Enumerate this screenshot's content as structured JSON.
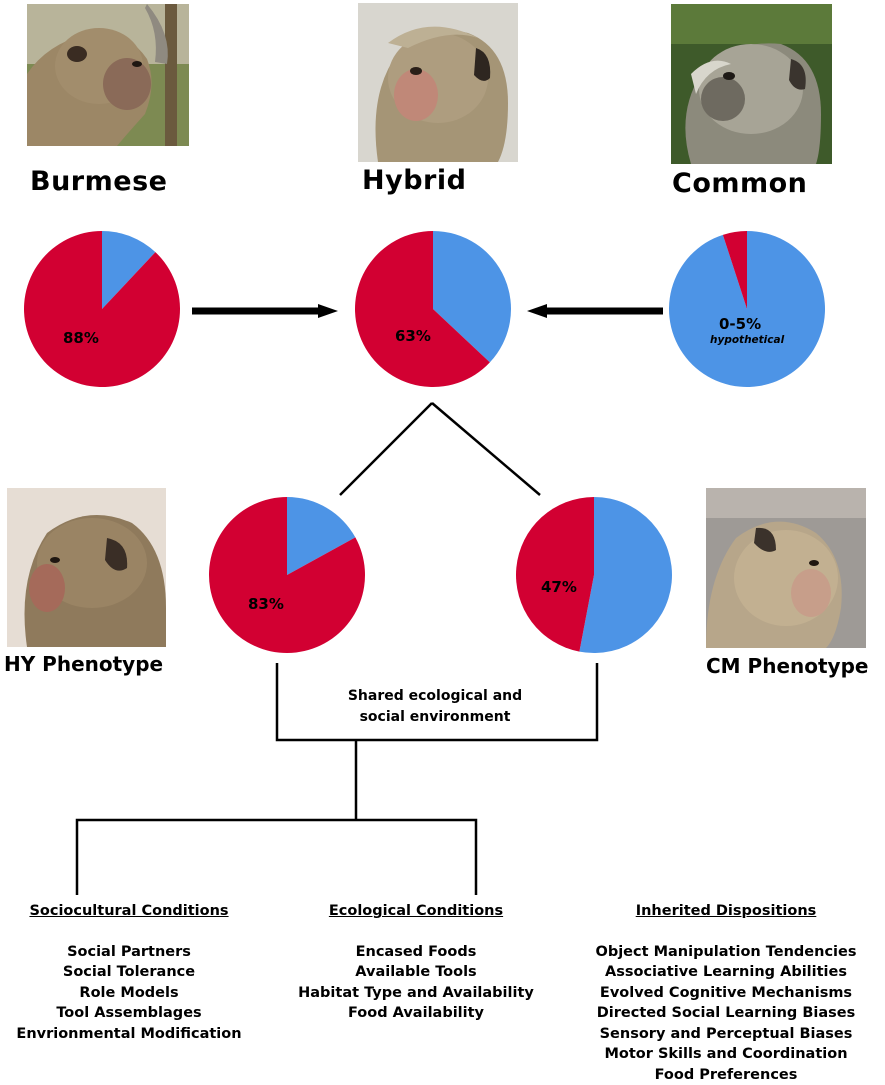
{
  "top_species": {
    "burmese": "Burmese",
    "hybrid": "Hybrid",
    "common": "Common"
  },
  "pies": {
    "burmese": {
      "label": "88%",
      "red_fraction": 0.88
    },
    "hybrid": {
      "label": "63%",
      "red_fraction": 0.63
    },
    "common": {
      "label": "0-5%",
      "sublabel": "hypothetical",
      "red_fraction": 0.05
    },
    "hy": {
      "label": "83%",
      "red_fraction": 0.83
    },
    "cm": {
      "label": "47%",
      "red_fraction": 0.47
    }
  },
  "phenotypes": {
    "hy": "HY Phenotype",
    "cm": "CM Phenotype"
  },
  "shared": {
    "line1": "Shared ecological and",
    "line2": "social environment"
  },
  "columns": {
    "sociocultural": {
      "heading": "Sociocultural Conditions",
      "items": [
        "Social Partners",
        "Social Tolerance",
        "Role Models",
        "Tool Assemblages",
        "Envrionmental Modification"
      ]
    },
    "ecological": {
      "heading": "Ecological Conditions",
      "items": [
        "Encased Foods",
        "Available Tools",
        "Habitat Type and Availability",
        "Food Availability"
      ]
    },
    "inherited": {
      "heading": "Inherited Dispositions",
      "items": [
        "Object Manipulation Tendencies",
        "Associative Learning Abilities",
        "Evolved Cognitive Mechanisms",
        "Directed Social Learning Biases",
        "Sensory and Perceptual Biases",
        "Motor Skills and Coordination",
        "Food Preferences"
      ]
    }
  },
  "colors": {
    "red": "#d20032",
    "blue": "#4d94e6",
    "line": "#000000"
  }
}
